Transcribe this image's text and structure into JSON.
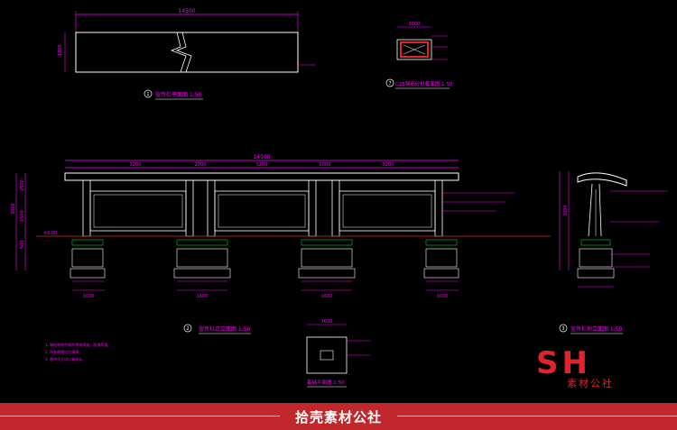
{
  "drawing": {
    "plan_title": "宣传栏平面图 1:50",
    "plan_num": "1",
    "section_title": "C25钢筋砼柱截面图 1:50",
    "section_num": "7",
    "front_title": "宣传栏正立面图 1:50",
    "front_num": "2",
    "side_title": "宣传栏侧立面图 1:50",
    "side_num": "3",
    "foundation_title": "基础平面图 1:50",
    "dim_total": "14500",
    "dim_plan_depth": "1800",
    "dim_section_width": "1000",
    "dim_foundation": "1600",
    "level_label": "±0.00",
    "seg_dims": [
      "3200",
      "2000",
      "3200",
      "2000",
      "3200"
    ],
    "post_dims": [
      "1000",
      "1600",
      "1000",
      "1600"
    ],
    "height_dims": [
      "3000",
      "2500",
      "1500",
      "500"
    ],
    "notes": [
      "1. 钢结构构件刷防锈漆两道，面漆两道。",
      "2. 所有焊缝均为满焊。",
      "3. 图中尺寸均以毫米计。"
    ]
  },
  "logo": {
    "brand": "SH",
    "sub": "素材公社"
  },
  "banner": {
    "text": "拾壳素材公社"
  },
  "colors": {
    "background": "#000000",
    "lines": "#ffffff",
    "dims": "#ff00ff",
    "red": "#e0242a",
    "banner": "#c0282c",
    "green": "#00cc33"
  }
}
